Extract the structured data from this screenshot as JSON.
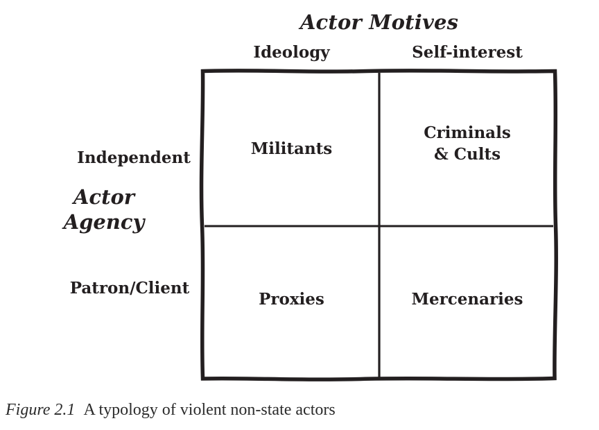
{
  "axes": {
    "column_title": "Actor Motives",
    "row_title_line1": "Actor",
    "row_title_line2": "Agency"
  },
  "columns": [
    {
      "label": "Ideology"
    },
    {
      "label": "Self-interest"
    }
  ],
  "rows": [
    {
      "label": "Independent"
    },
    {
      "label": "Patron/Client"
    }
  ],
  "cells": {
    "top_left": "Militants",
    "top_right_line1": "Criminals",
    "top_right_line2": "& Cults",
    "bottom_left": "Proxies",
    "bottom_right": "Mercenaries"
  },
  "caption": {
    "figure_label": "Figure 2.1",
    "text": "A typology of violent non-state actors"
  },
  "colors": {
    "ink": "#231f20",
    "background": "#ffffff"
  }
}
